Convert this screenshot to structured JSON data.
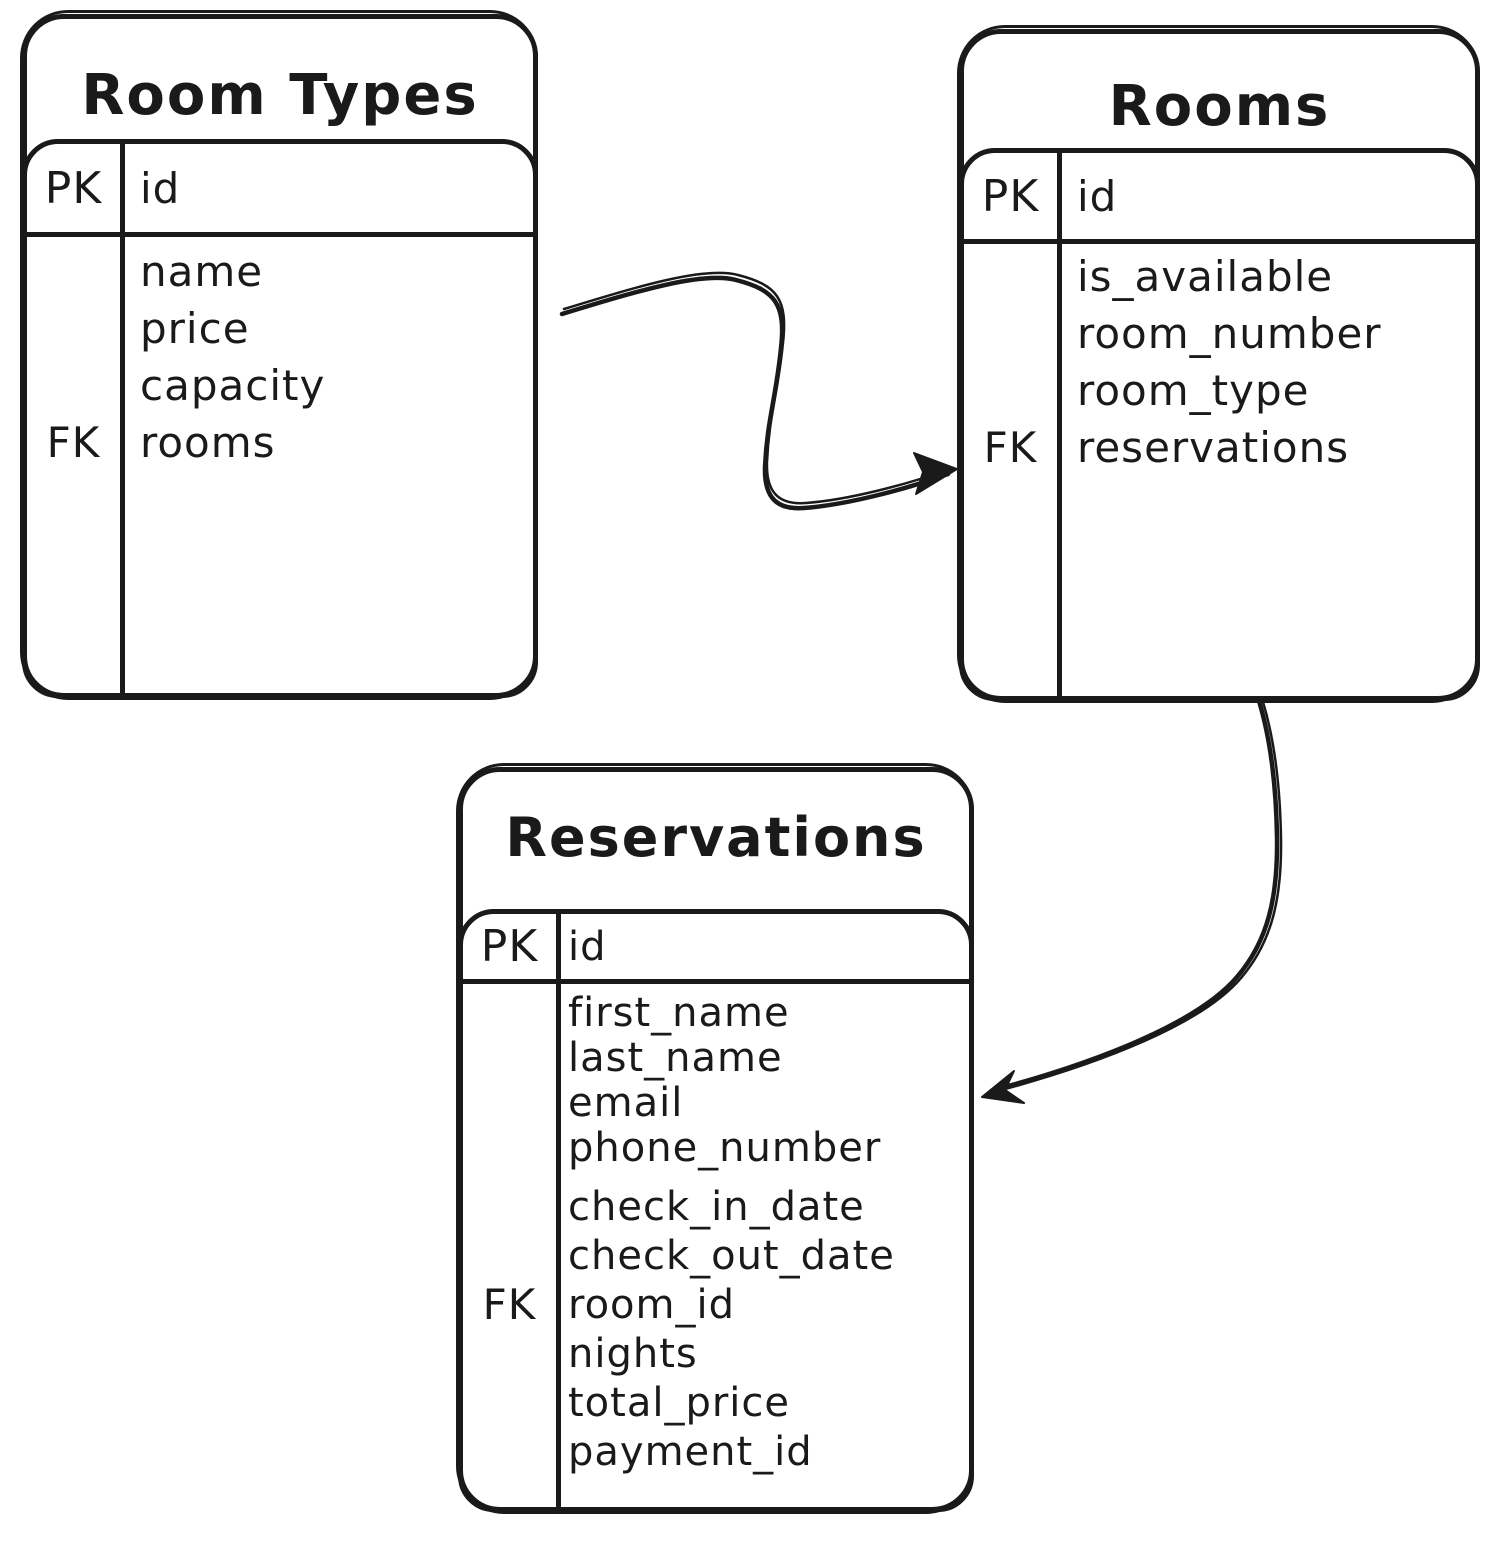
{
  "diagram": {
    "type": "entity-relationship",
    "background_color": "#ffffff",
    "stroke_color": "#1a1a1a",
    "tables": [
      {
        "title": "Room Types",
        "pk": {
          "key": "PK",
          "name": "id"
        },
        "fields": [
          {
            "key": "",
            "name": "name"
          },
          {
            "key": "",
            "name": "price"
          },
          {
            "key": "",
            "name": "capacity"
          },
          {
            "key": "FK",
            "name": "rooms"
          }
        ]
      },
      {
        "title": "Rooms",
        "pk": {
          "key": "PK",
          "name": "id"
        },
        "fields": [
          {
            "key": "",
            "name": "is_available"
          },
          {
            "key": "",
            "name": "room_number"
          },
          {
            "key": "",
            "name": "room_type"
          },
          {
            "key": "FK",
            "name": "reservations"
          }
        ]
      },
      {
        "title": "Reservations",
        "pk": {
          "key": "PK",
          "name": "id"
        },
        "fields": [
          {
            "key": "",
            "name": "first_name"
          },
          {
            "key": "",
            "name": "last_name"
          },
          {
            "key": "",
            "name": "email"
          },
          {
            "key": "",
            "name": "phone_number"
          },
          {
            "key": "",
            "name": "check_in_date"
          },
          {
            "key": "",
            "name": "check_out_date"
          },
          {
            "key": "FK",
            "name": "room_id"
          },
          {
            "key": "",
            "name": "nights"
          },
          {
            "key": "",
            "name": "total_price"
          },
          {
            "key": "",
            "name": "payment_id"
          }
        ]
      }
    ],
    "relationships": [
      {
        "from": "Room Types",
        "to": "Rooms"
      },
      {
        "from": "Rooms",
        "to": "Reservations"
      }
    ]
  }
}
